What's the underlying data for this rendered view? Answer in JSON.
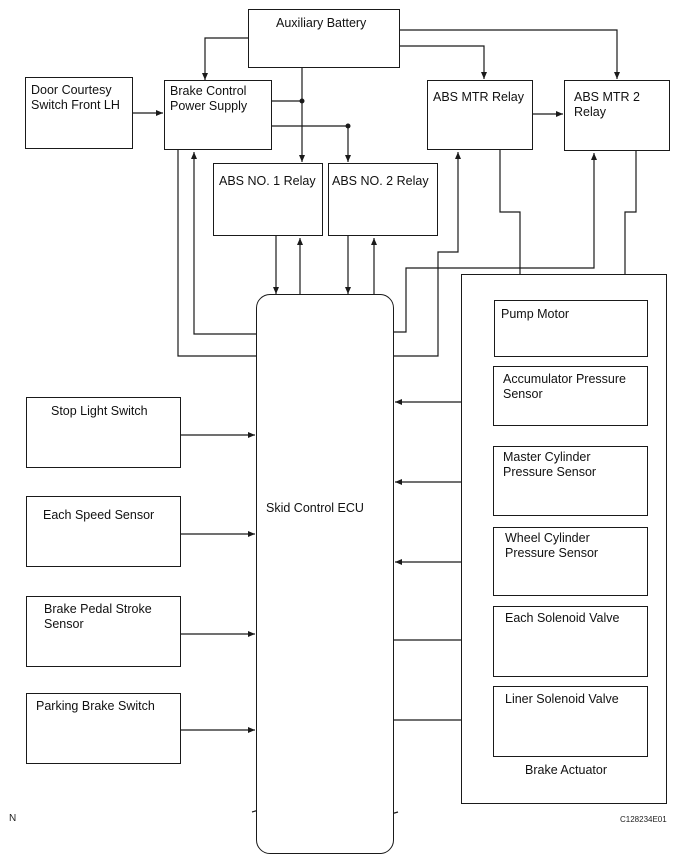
{
  "diagram": {
    "auxiliary_battery": "Auxiliary Battery",
    "door_courtesy_switch": "Door Courtesy\nSwitch Front LH",
    "brake_control_power_supply": "Brake Control\nPower Supply",
    "abs_mtr_relay": "ABS MTR Relay",
    "abs_mtr_2_relay": "ABS MTR 2\nRelay",
    "abs_no1_relay": "ABS NO. 1 Relay",
    "abs_no2_relay": "ABS NO. 2 Relay",
    "skid_control_ecu": "Skid Control ECU",
    "stop_light_switch": "Stop Light Switch",
    "each_speed_sensor": "Each Speed Sensor",
    "brake_pedal_stroke_sensor": "Brake Pedal Stroke\nSensor",
    "parking_brake_switch": "Parking Brake Switch",
    "pump_motor": "Pump Motor",
    "accumulator_pressure_sensor": "Accumulator Pressure\nSensor",
    "master_cylinder_pressure_sensor": "Master Cylinder\nPressure Sensor",
    "wheel_cylinder_pressure_sensor": "Wheel Cylinder\nPressure Sensor",
    "each_solenoid_valve": "Each Solenoid Valve",
    "liner_solenoid_valve": "Liner Solenoid Valve",
    "brake_actuator": "Brake Actuator",
    "corner_mark": "N",
    "figure_code": "C128234E01"
  }
}
